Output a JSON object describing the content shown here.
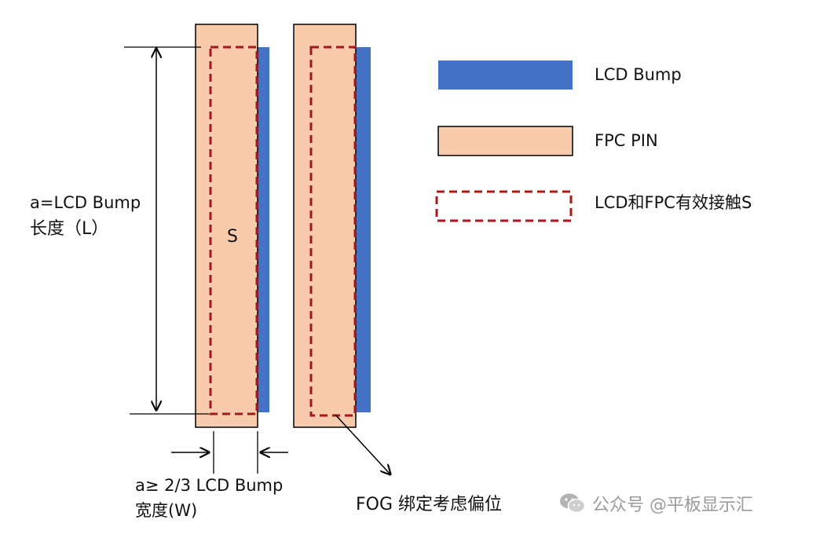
{
  "colors": {
    "lcd_bump": "#4472C4",
    "fpc_pin": "#F8CBAD",
    "contact_border": "#A5191C",
    "line": "#000000",
    "watermark": "#9A9A9A"
  },
  "legend": [
    {
      "label": "LCD Bump",
      "swatch": "solid-blue"
    },
    {
      "label": "FPC PIN",
      "swatch": "solid-peach"
    },
    {
      "label": "LCD和FPC有效接触S",
      "swatch": "dashed-red"
    }
  ],
  "labels": {
    "length_line1": "a=LCD Bump",
    "length_line2": "长度（L）",
    "area": "S",
    "width_line1": "a≥ 2/3 LCD Bump",
    "width_line2": "宽度(W)",
    "offset_note": "FOG 绑定考虑偏位"
  },
  "watermark": {
    "icon": "wechat-icon",
    "text": "公众号 @平板显示汇"
  }
}
